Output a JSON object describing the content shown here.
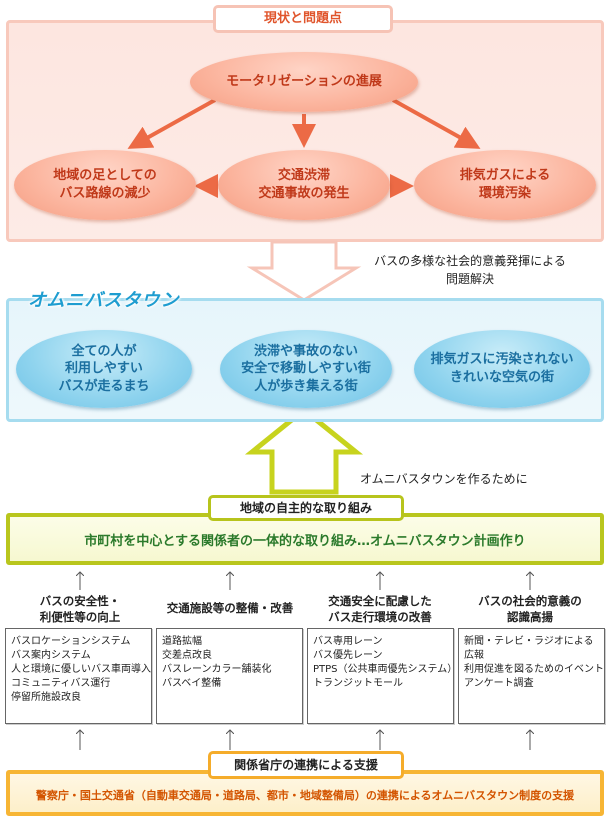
{
  "top": {
    "title": "現状と問題点",
    "motorization": "モータリゼーションの進展",
    "bus_decline": [
      "地域の足としての",
      "バス路線の減少"
    ],
    "traffic": [
      "交通渋滞",
      "交通事故の発生"
    ],
    "exhaust": [
      "排気ガスによる",
      "環境汚染"
    ]
  },
  "annotation_1": [
    "バスの多様な社会的意義発揮による",
    "問題解決"
  ],
  "omnibus": {
    "title": "オムニバスタウン",
    "goal_1": [
      "全ての人が",
      "利用しやすい",
      "バスが走るまち"
    ],
    "goal_2": [
      "渋滞や事故のない",
      "安全で移動しやすい街",
      "人が歩き集える街"
    ],
    "goal_3": [
      "排気ガスに汚染されない",
      "きれいな空気の街"
    ]
  },
  "annotation_2": "オムニバスタウンを作るために",
  "local": {
    "title": "地域の自主的な取り組み",
    "text": "市町村を中心とする関係者の一体的な取り組み…オムニバスタウン計画作り"
  },
  "categories": [
    {
      "head": [
        "バスの安全性・",
        "利便性等の向上"
      ],
      "items": [
        "バスロケーションシステム",
        "バス案内システム",
        "人と環境に優しいバス車両導入",
        "コミュニティバス運行",
        "停留所施設改良"
      ]
    },
    {
      "head": [
        "交通施設等の整備・改善"
      ],
      "items": [
        "道路拡幅",
        "交差点改良",
        "バスレーンカラー舗装化",
        "バスベイ整備"
      ]
    },
    {
      "head": [
        "交通安全に配慮した",
        "バス走行環境の改善"
      ],
      "items": [
        "バス専用レーン",
        "バス優先レーン",
        "PTPS（公共車両優先システム）",
        "トランジットモール"
      ]
    },
    {
      "head": [
        "バスの社会的意義の",
        "認識高揚"
      ],
      "items": [
        "新聞・テレビ・ラジオによる",
        "広報",
        "利用促進を図るためのイベント",
        "アンケート調査"
      ]
    }
  ],
  "support": {
    "title": "関係省庁の連携による支援",
    "text": "警察庁・国土交通省（自動車交通局・道路局、都市・地域整備局）の連携によるオムニバスタウン制度の支援"
  },
  "colors": {
    "red_accent": "#e0552c",
    "blue_accent": "#1e9dd0",
    "green_accent": "#b9c61d",
    "orange_accent": "#f7b534"
  }
}
